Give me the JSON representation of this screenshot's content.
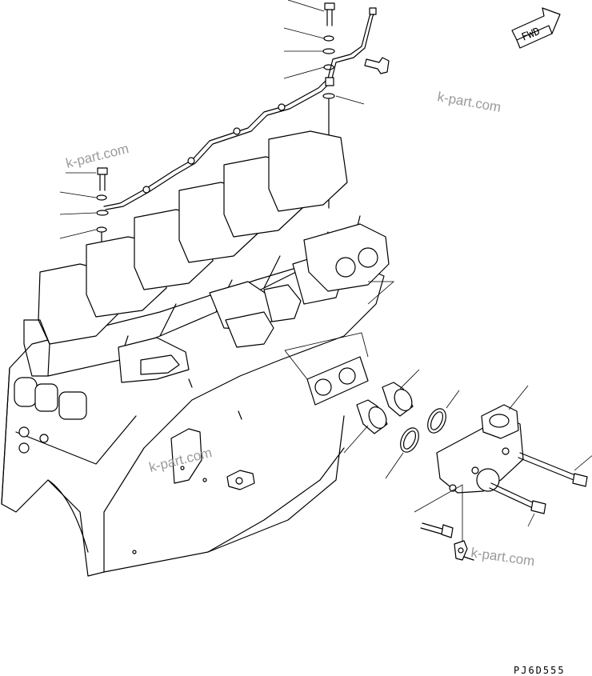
{
  "direction_label": "FWD",
  "watermark_text": "k-part.com",
  "drawing_code": "PJ6D555"
}
